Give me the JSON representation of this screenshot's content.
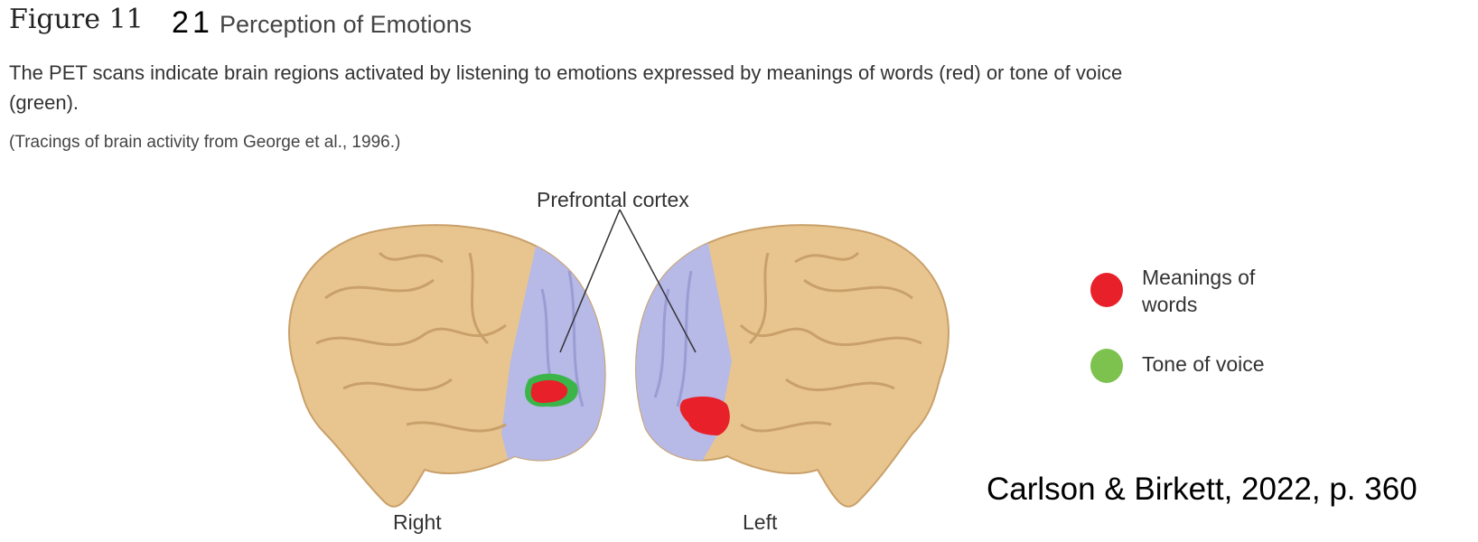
{
  "figure": {
    "number": "Figure 11",
    "overlay_digit_top": "2",
    "overlay_digit_bottom": "1",
    "title": "Perception of Emotions",
    "caption": "The PET scans indicate brain regions activated by listening to emotions expressed by meanings of words (red) or tone of voice (green).",
    "credit": "(Tracings of brain activity from George et al., 1996.)"
  },
  "diagram": {
    "pointer_label": "Prefrontal cortex",
    "hemisphere_labels": [
      "Right",
      "Left"
    ]
  },
  "legend": [
    {
      "label": "Meanings of words",
      "color": "#e8202a"
    },
    {
      "label": "Tone of voice",
      "color": "#7dc24f"
    }
  ],
  "colors": {
    "brain": "#e8c58f",
    "prefrontal": "#b7b9e6",
    "red": "#e8202a",
    "green": "#3bb54a"
  },
  "citation": "Carlson & Birkett, 2022, p. 360"
}
